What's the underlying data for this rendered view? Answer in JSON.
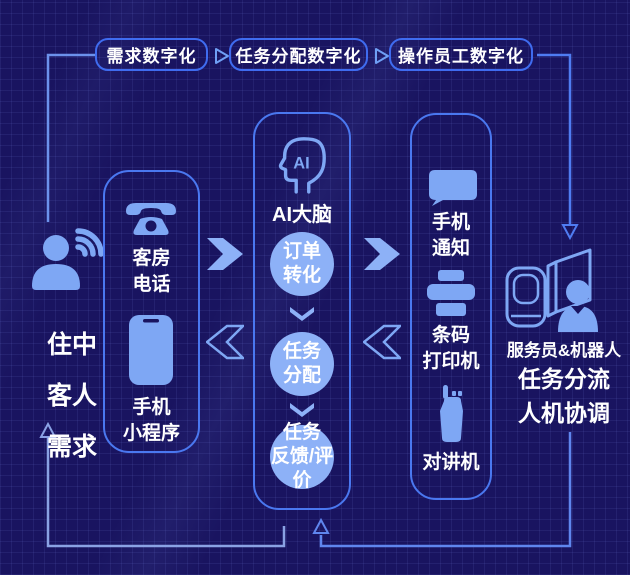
{
  "colors": {
    "background": "#191460",
    "accent_border": "#4a78f0",
    "icon_fill": "#7ea7f4",
    "node_fill": "#8db1f7",
    "text": "#ffffff"
  },
  "top_flow": {
    "steps": [
      "需求数字化",
      "任务分配数字化",
      "操作员工数字化"
    ]
  },
  "guest": {
    "icon": "guest-signal-icon",
    "label": "住中\n客人\n需求"
  },
  "guest_channels": {
    "items": [
      {
        "icon": "telephone-icon",
        "label": "客房\n电话"
      },
      {
        "icon": "smartphone-icon",
        "label": "手机\n小程序"
      }
    ]
  },
  "ai_brain": {
    "icon": "ai-head-icon",
    "icon_text": "AI",
    "label": "AI大脑",
    "stages": [
      {
        "label": "订单\n转化"
      },
      {
        "label": "任务\n分配"
      },
      {
        "label": "任务\n反馈/评价"
      }
    ]
  },
  "staff_tools": {
    "items": [
      {
        "icon": "speech-bubble-icon",
        "label": "手机\n通知"
      },
      {
        "icon": "printer-icon",
        "label": "条码\n打印机"
      },
      {
        "icon": "walkie-talkie-icon",
        "label": "对讲机"
      }
    ]
  },
  "staff": {
    "icon": "robot-waiter-icon",
    "subtitle": "服务员&机器人",
    "title_lines": [
      "任务分流",
      "人机协调"
    ]
  }
}
